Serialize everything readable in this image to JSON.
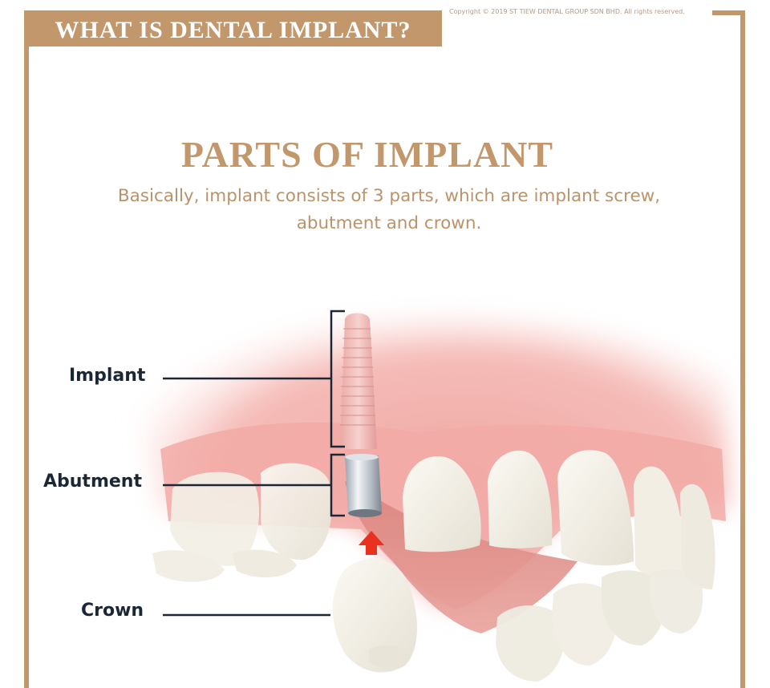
{
  "header": {
    "banner_title": "WHAT IS DENTAL IMPLANT?",
    "copyright": "Copyright © 2019 ST TIEW DENTAL GROUP SDN BHD. All rights reserved."
  },
  "main": {
    "heading": "PARTS OF IMPLANT",
    "subtitle_line1": "Basically, implant consists of 3 parts, which are implant screw,",
    "subtitle_line2": "abutment and crown."
  },
  "diagram": {
    "labels": {
      "implant": "Implant",
      "abutment": "Abutment",
      "crown": "Crown"
    },
    "arrow_direction": "up"
  },
  "colors": {
    "accent_gold": "#c2976b",
    "label_navy": "#1c2735",
    "gum_pink": "#f2b1ad",
    "arrow_red": "#e8321f",
    "tooth_white": "#f5f2ea"
  }
}
